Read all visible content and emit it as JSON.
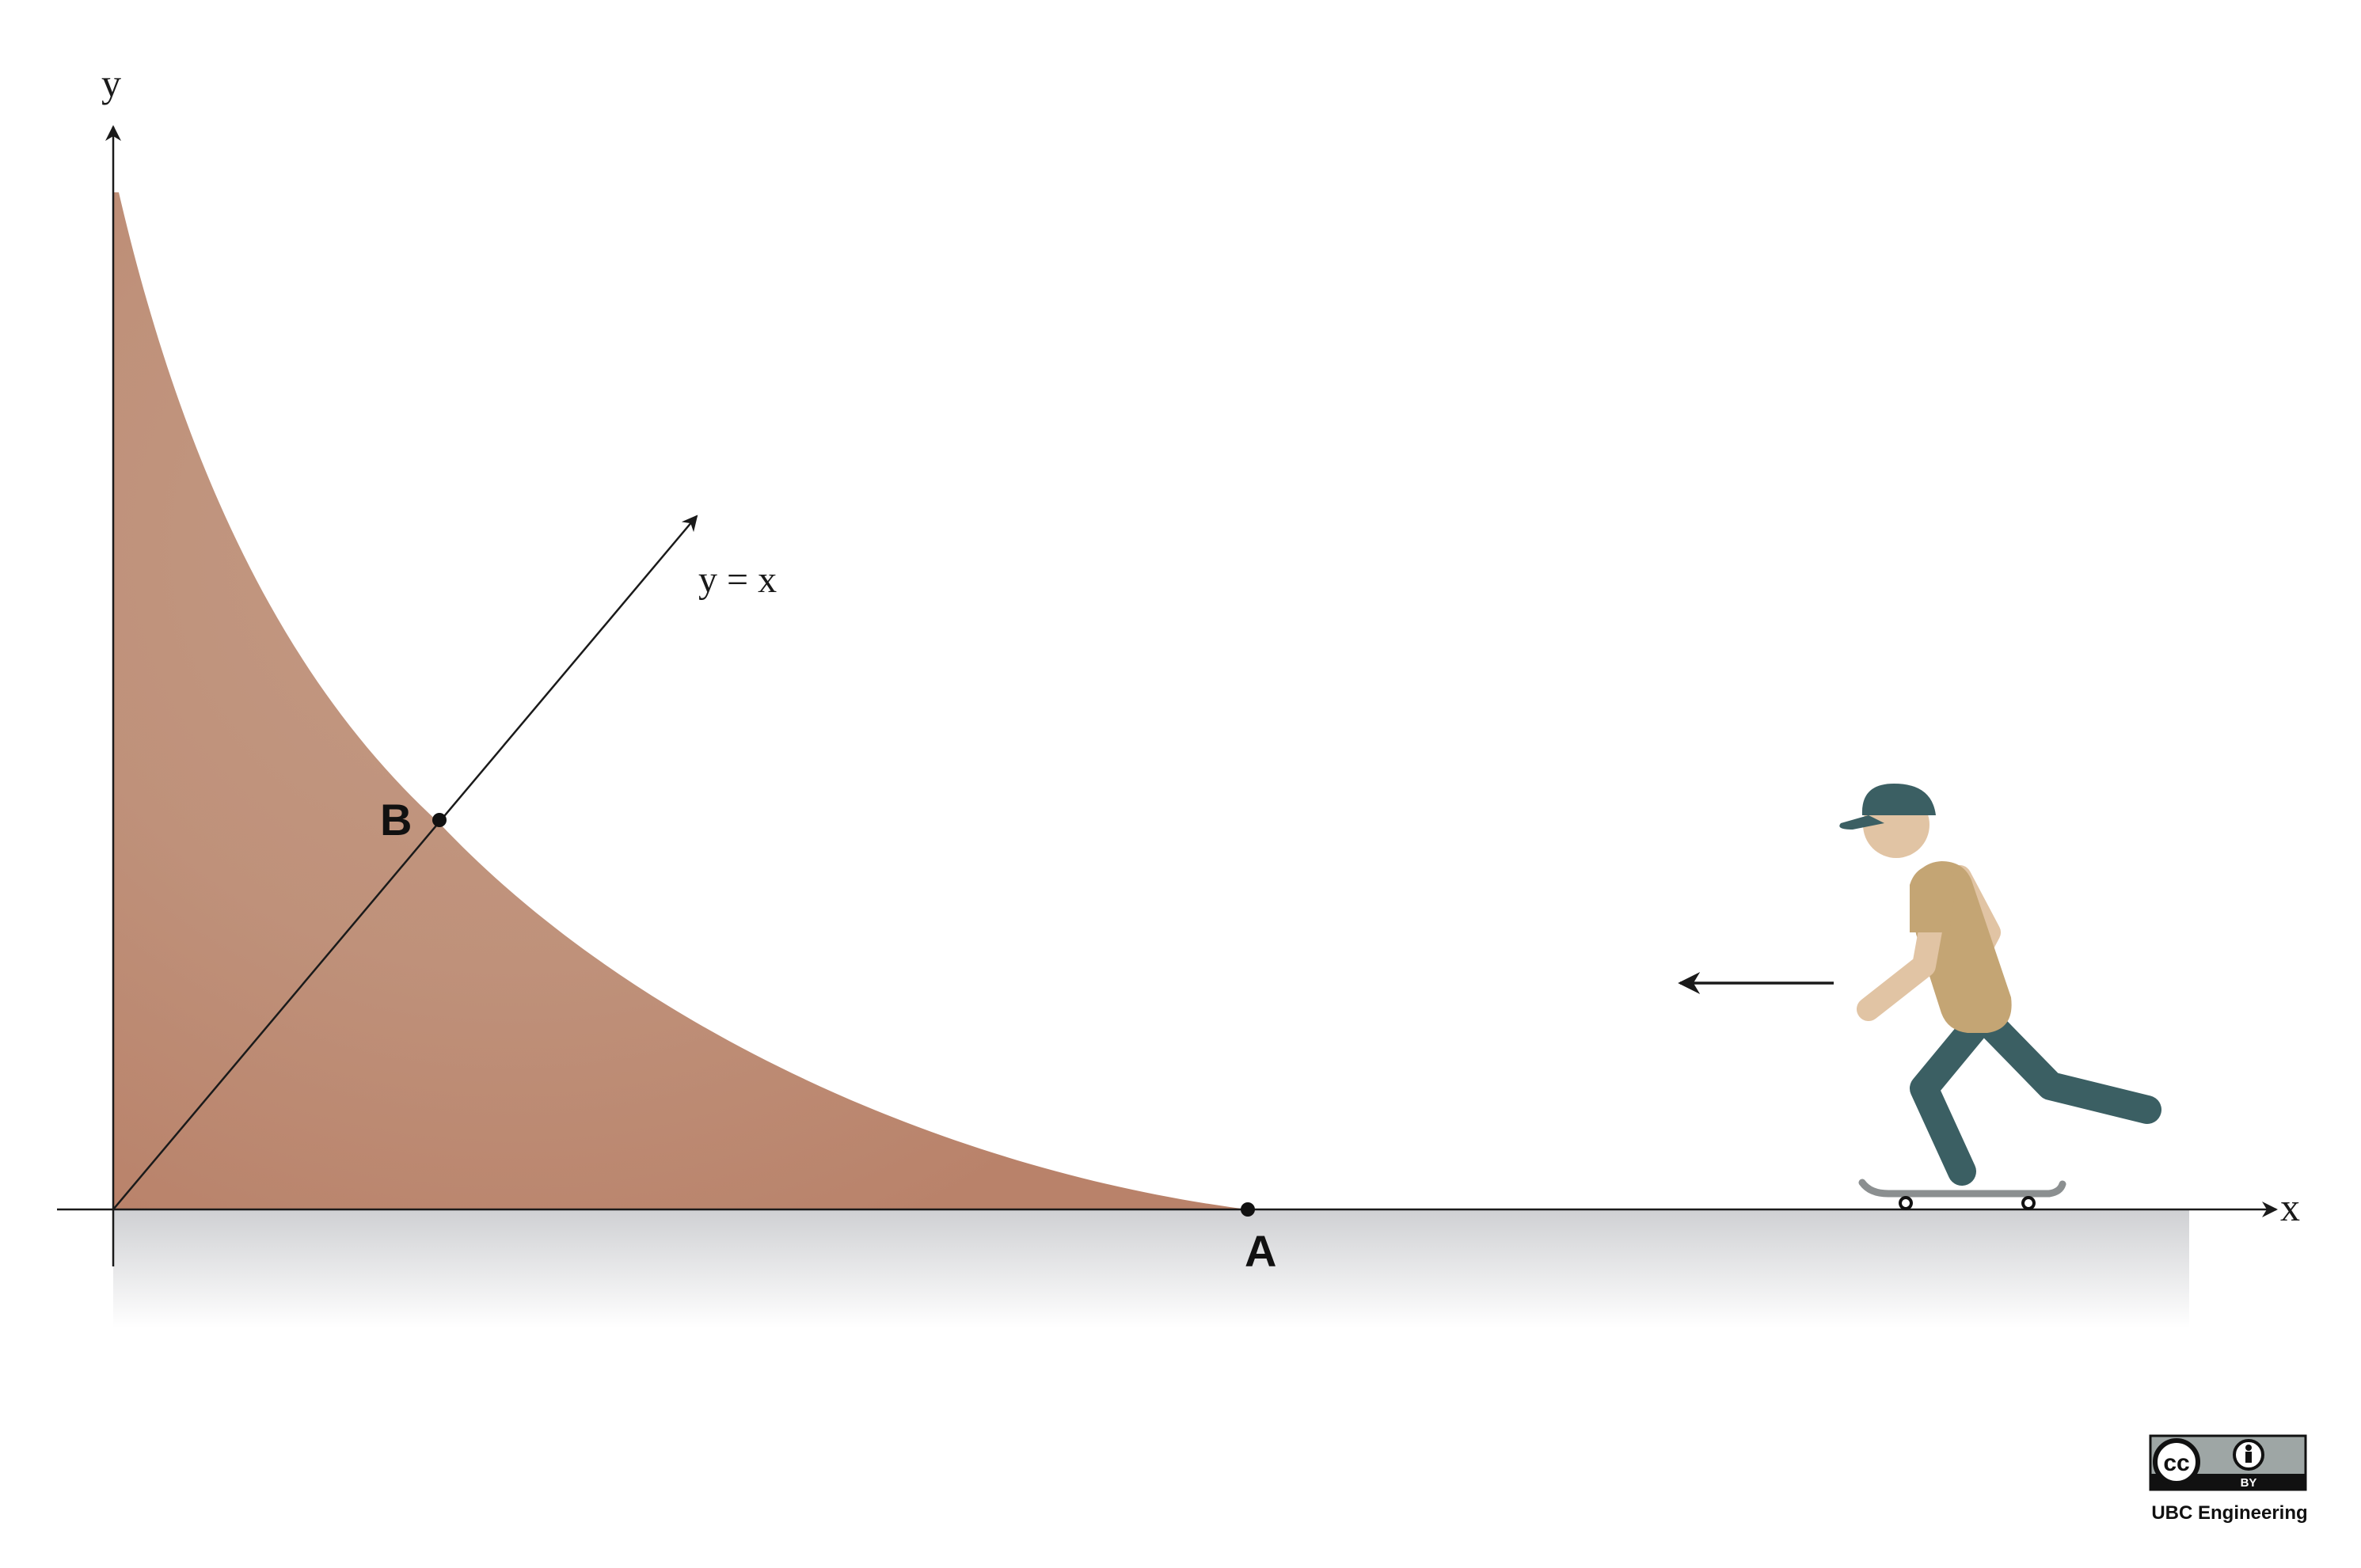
{
  "axes": {
    "x_label": "x",
    "y_label": "y"
  },
  "line": {
    "label": "y = x"
  },
  "points": {
    "a": "A",
    "b": "B"
  },
  "license": {
    "cc_symbol": "cc",
    "by_text": "BY",
    "credit": "UBC Engineering"
  },
  "icons": {
    "skateboarder": "skateboarder-figure",
    "motion_arrow": "left-arrow",
    "cc_badge": "creative-commons-by-badge"
  },
  "colors": {
    "ramp": "#b9826a",
    "ramp_highlight": "#c39a84",
    "cap": "#3b5f63",
    "pants": "#3b5f63",
    "shirt": "#c4a574",
    "skin": "#e1c4a4",
    "board": "#8b8f90",
    "axis": "#1a1a1a"
  }
}
